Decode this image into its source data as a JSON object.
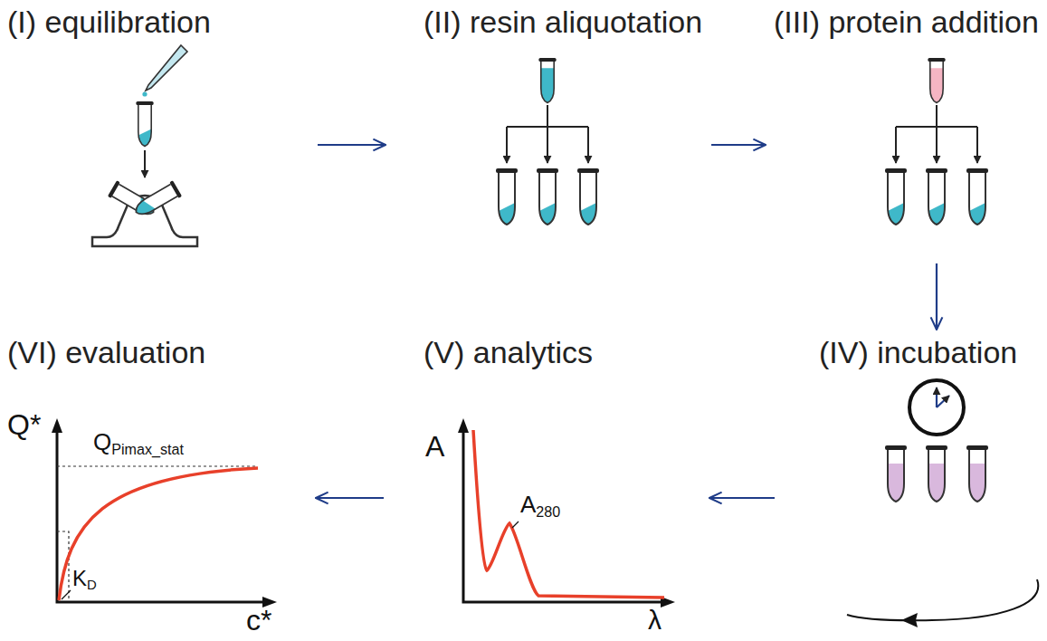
{
  "diagram": {
    "nodes": [
      {
        "text": [
          "(I) equilibration"
        ]
      },
      {
        "text": [
          "(II) resin aliquotation"
        ]
      },
      {
        "text": [
          "(III) protein addition"
        ]
      },
      {
        "text": [
          "(IV) incubation"
        ]
      },
      {
        "text": [
          "(V) analytics"
        ]
      },
      {
        "text": [
          "(VI) evaluation"
        ]
      }
    ],
    "edges": [
      {
        "from": 0,
        "to": 1,
        "arrow": "to"
      },
      {
        "from": 1,
        "to": 2,
        "arrow": "to"
      },
      {
        "from": 2,
        "to": 3,
        "arrow": "to"
      },
      {
        "from": 3,
        "to": 4,
        "arrow": "to"
      },
      {
        "from": 4,
        "to": 5,
        "arrow": "to"
      }
    ],
    "labels": [
      "Q*",
      "QPimax_stat",
      "KD",
      "c*",
      "A",
      "A280",
      "λ"
    ]
  }
}
